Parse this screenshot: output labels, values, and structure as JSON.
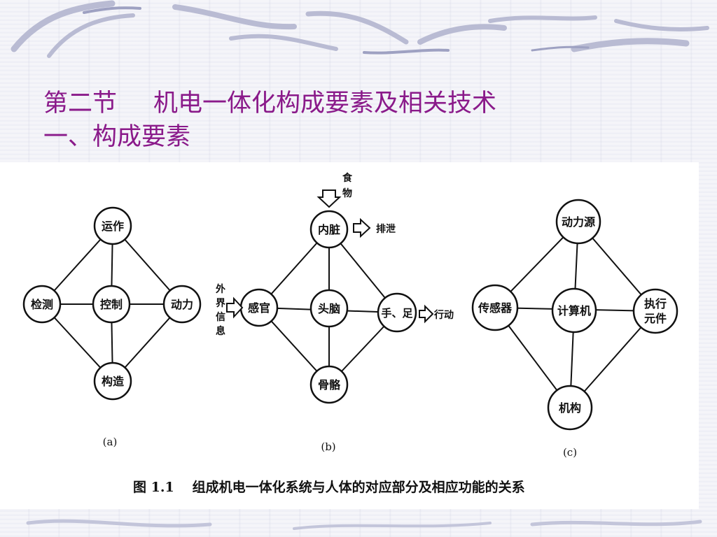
{
  "slide": {
    "title_line1_a": "第二节",
    "title_line1_b": "机电一体化构成要素及相关技术",
    "title_line2": "一、构成要素",
    "accent_color": "#8a1a8a"
  },
  "figure": {
    "caption_number": "图 1.1",
    "caption_text": "组成机电一体化系统与人体的对应部分及相应功能的关系",
    "diagram_a": {
      "sub_label": "(a)",
      "top": "运作",
      "left": "检测",
      "center": "控制",
      "right": "动力",
      "bottom": "构造"
    },
    "diagram_b": {
      "sub_label": "(b)",
      "top": "内脏",
      "left": "感官",
      "center": "头脑",
      "right": "手、足",
      "bottom": "骨骼",
      "input_top": [
        "食",
        "物"
      ],
      "output_top": "排泄",
      "input_left": [
        "外",
        "界",
        "信",
        "息"
      ],
      "output_right": "行动"
    },
    "diagram_c": {
      "sub_label": "(c)",
      "top": "动力源",
      "left": "传感器",
      "center": "计算机",
      "right": [
        "执行",
        "元件"
      ],
      "bottom": "机构"
    }
  }
}
